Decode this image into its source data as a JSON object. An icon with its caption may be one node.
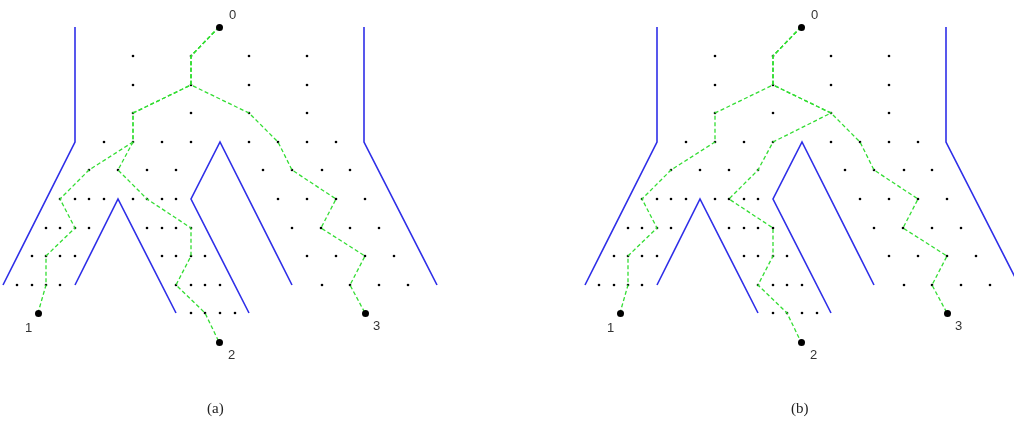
{
  "diagram": {
    "nodes": [
      {
        "text": [
          "0"
        ]
      },
      {
        "text": [
          "1"
        ]
      },
      {
        "text": [
          "2"
        ]
      },
      {
        "text": [
          "3"
        ]
      },
      {
        "text": [
          "0"
        ]
      },
      {
        "text": [
          "1"
        ]
      },
      {
        "text": [
          "2"
        ]
      },
      {
        "text": [
          "3"
        ]
      }
    ],
    "edges": [
      {
        "from": 0,
        "to": 1,
        "arrow": "none",
        "style": "dashed",
        "color": "#33dd33"
      },
      {
        "from": 0,
        "to": 2,
        "arrow": "none",
        "style": "dashed",
        "color": "#33dd33"
      },
      {
        "from": 0,
        "to": 3,
        "arrow": "none",
        "style": "dashed",
        "color": "#33dd33"
      },
      {
        "from": 4,
        "to": 5,
        "arrow": "none",
        "style": "dashed",
        "color": "#33dd33"
      },
      {
        "from": 4,
        "to": 6,
        "arrow": "none",
        "style": "dashed",
        "color": "#33dd33"
      },
      {
        "from": 4,
        "to": 7,
        "arrow": "none",
        "style": "dashed",
        "color": "#33dd33"
      }
    ],
    "labels": [
      "(a)",
      "(b)"
    ]
  }
}
